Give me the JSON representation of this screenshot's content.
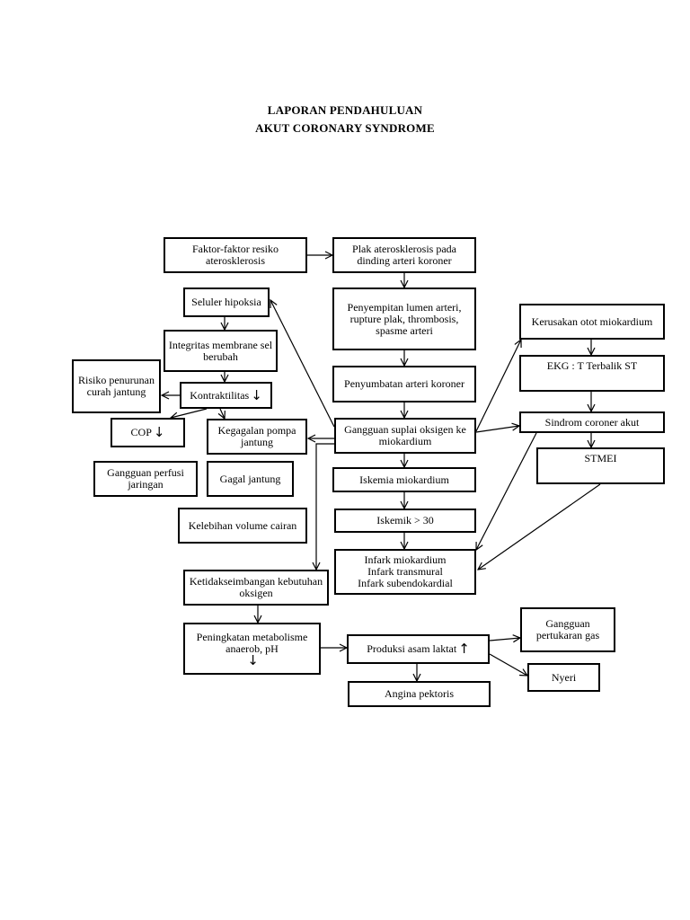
{
  "header": {
    "title_line1": "LAPORAN PENDAHULUAN",
    "title_line2": "AKUT CORONARY SYNDROME"
  },
  "nodes": {
    "faktor": "Faktor-faktor resiko aterosklerosis",
    "plak": "Plak aterosklerosis pada dinding arteri koroner",
    "penyempitan": "Penyempitan lumen arteri, rupture plak, thrombosis, spasme arteri",
    "penyumbatan": "Penyumbatan arteri koroner",
    "gangguan_suplai": "Gangguan suplai oksigen ke miokardium",
    "iskemia": "Iskemia miokardium",
    "iskemik30": "Iskemik > 30",
    "infark_1": "Infark miokardium",
    "infark_2": "Infark transmural",
    "infark_3": "Infark subendokardial",
    "kerusakan": "Kerusakan otot miokardium",
    "ekg": "EKG : T Terbalik ST",
    "sindrom": "Sindrom coroner akut",
    "stmei": "STMEI",
    "seluler": "Seluler hipoksia",
    "integritas": "Integritas membrane sel berubah",
    "risiko": "Risiko penurunan curah jantung",
    "kontraktilitas": "Kontraktilitas",
    "cop": "COP",
    "kegagalan": "Kegagalan pompa jantung",
    "gangguan_perfusi": "Gangguan perfusi jaringan",
    "gagal": "Gagal jantung",
    "kelebihan": "Kelebihan volume cairan",
    "ketidakseimbangan": "Ketidakseimbangan kebutuhan oksigen",
    "peningkatan": "Peningkatan metabolisme anaerob, pH",
    "produksi": "Produksi asam laktat",
    "gangguan_gas": "Gangguan pertukaran gas",
    "nyeri": "Nyeri",
    "angina": "Angina pektoris"
  },
  "icons": {
    "down_arrow": "↓",
    "up_arrow": "↑"
  }
}
